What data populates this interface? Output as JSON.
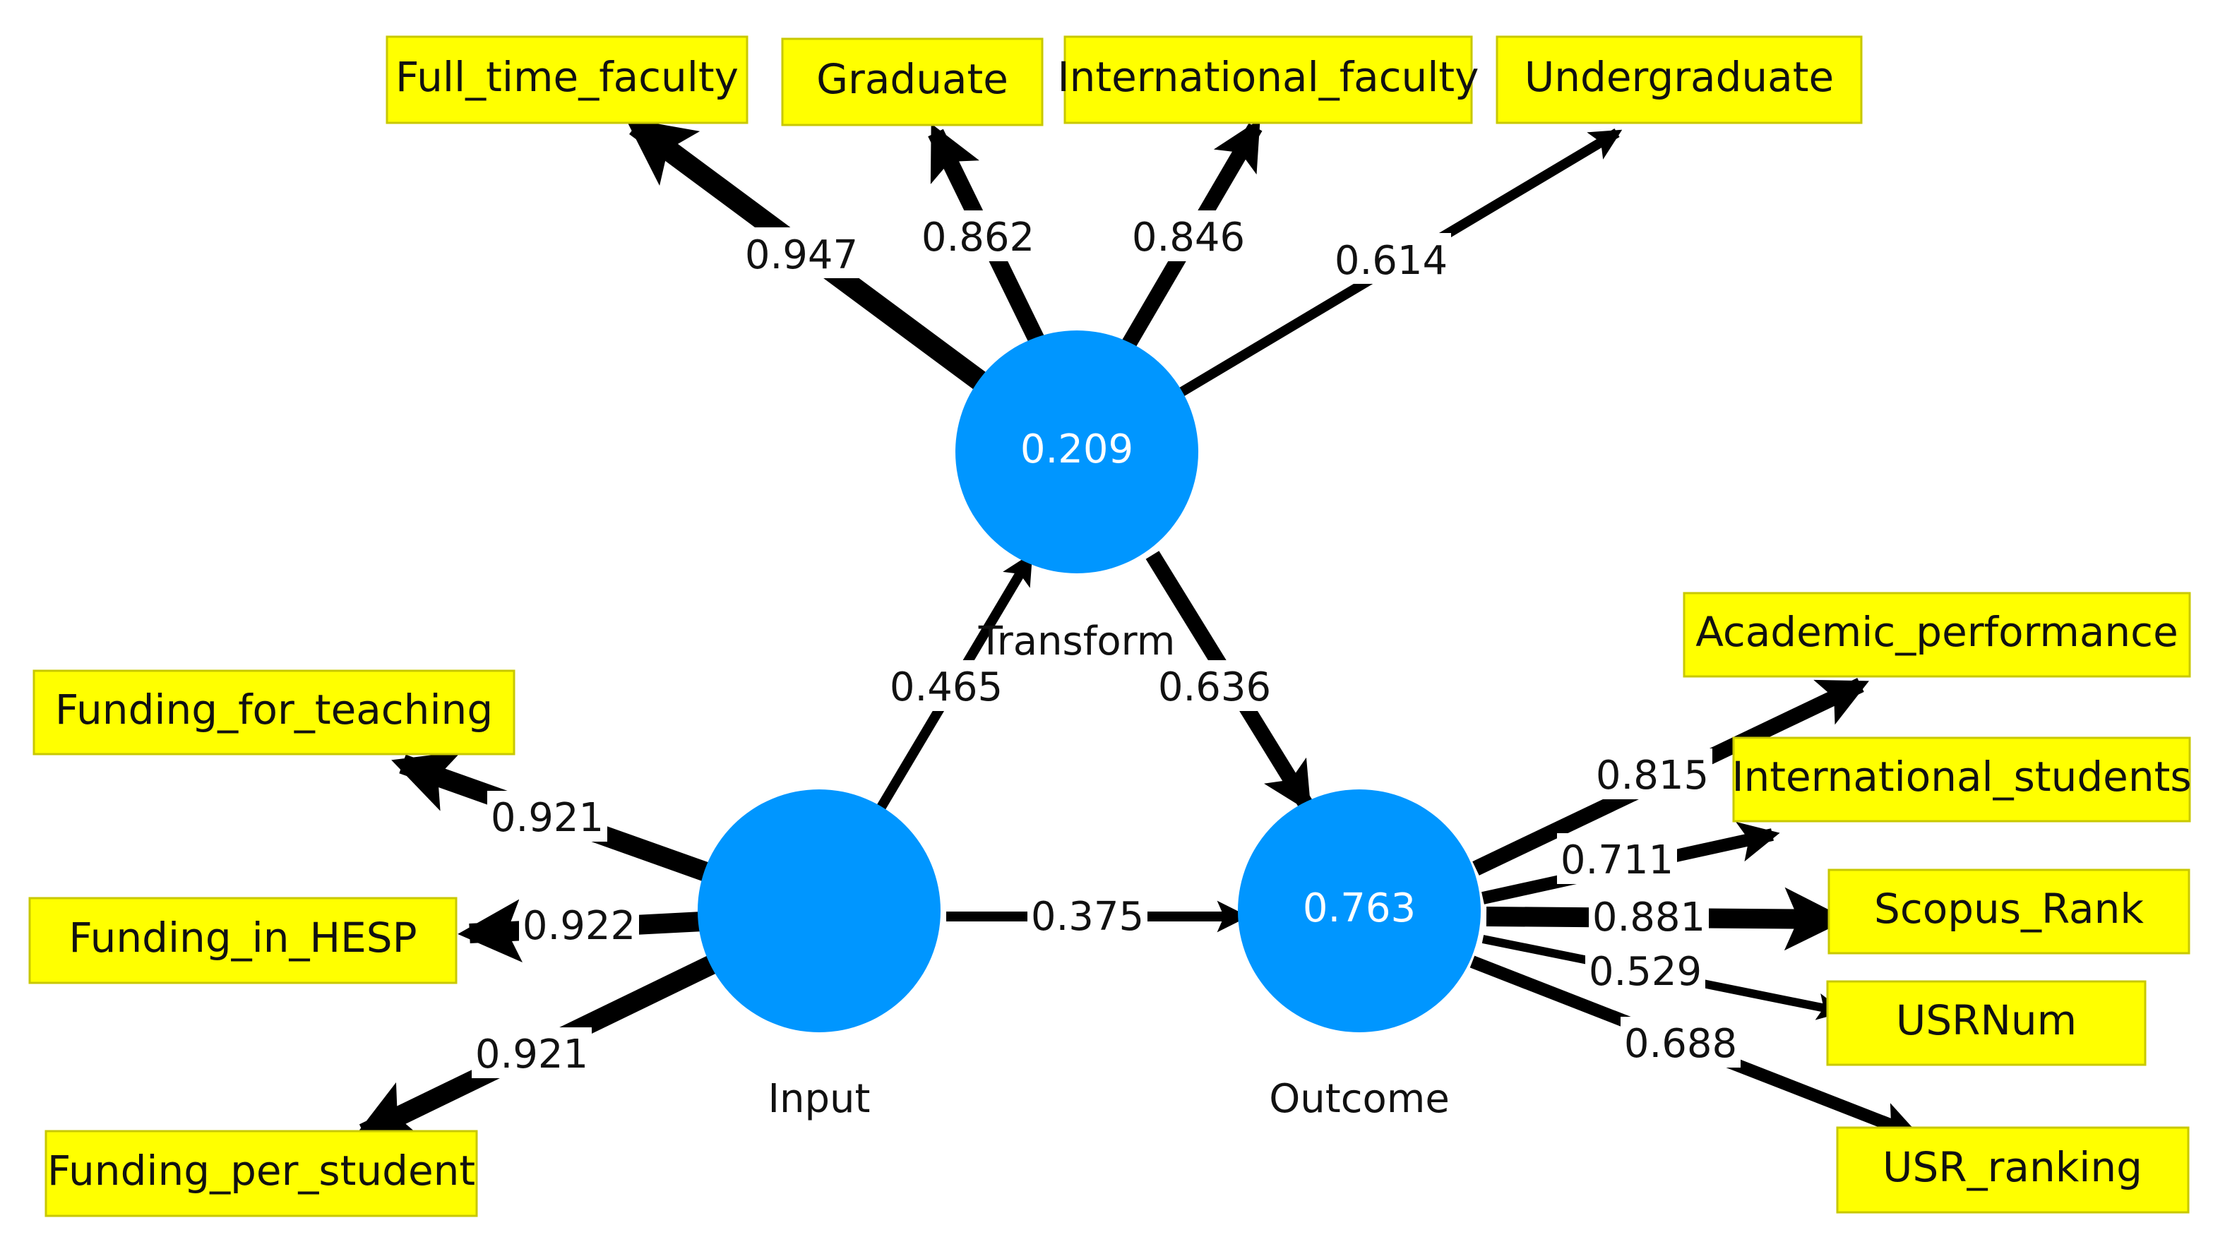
{
  "latent_variables": {
    "transform": {
      "name": "Transform",
      "r2": "0.209"
    },
    "input": {
      "name": "Input",
      "r2": ""
    },
    "outcome": {
      "name": "Outcome",
      "r2": "0.763"
    }
  },
  "indicators": {
    "full_time_faculty": "Full_time_faculty",
    "graduate": "Graduate",
    "international_faculty": "International_faculty",
    "undergraduate": "Undergraduate",
    "funding_for_teaching": "Funding_for_teaching",
    "funding_in_hesp": "Funding_in_HESP",
    "funding_per_student": "Funding_per_student",
    "academic_performance": "Academic_performance",
    "international_students": "International_students",
    "scopus_rank": "Scopus_Rank",
    "usrnum": "USRNum",
    "usr_ranking": "USR_ranking"
  },
  "paths": {
    "transform_full_time_faculty": "0.947",
    "transform_graduate": "0.862",
    "transform_international_faculty": "0.846",
    "transform_undergraduate": "0.614",
    "input_transform": "0.465",
    "transform_outcome": "0.636",
    "input_outcome": "0.375",
    "input_funding_for_teaching": "0.921",
    "input_funding_in_hesp": "0.922",
    "input_funding_per_student": "0.921",
    "outcome_academic_performance": "0.815",
    "outcome_international_students": "0.711",
    "outcome_scopus_rank": "0.881",
    "outcome_usrnum": "0.529",
    "outcome_usr_ranking": "0.688"
  },
  "colors": {
    "latent_fill": "#0096ff",
    "indicator_fill": "#ffff00",
    "arrow": "#000000"
  }
}
